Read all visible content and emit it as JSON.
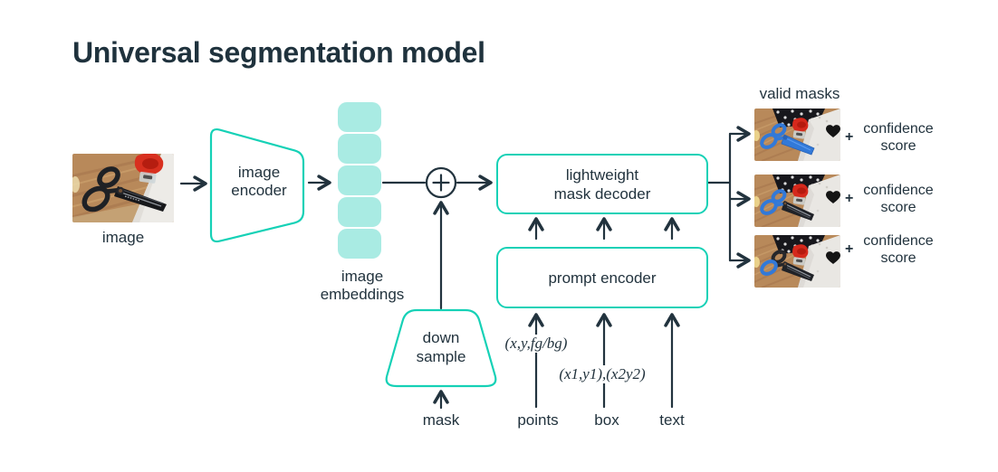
{
  "title": "Universal segmentation model",
  "colors": {
    "accent": "#15d1b6",
    "embedding_fill": "#a9ebe3",
    "ink": "#22333e",
    "mask_highlight_blue": "#3279d8"
  },
  "pipeline": {
    "image_label": "image",
    "encoder_line1": "image",
    "encoder_line2": "encoder",
    "embeddings_line1": "image",
    "embeddings_line2": "embeddings",
    "decoder_line1": "lightweight",
    "decoder_line2": "mask decoder",
    "prompt_encoder_label": "prompt encoder",
    "downsample_line1": "down",
    "downsample_line2": "sample"
  },
  "prompts": {
    "mask_label": "mask",
    "points_label": "points",
    "box_label": "box",
    "text_label": "text",
    "points_annotation": "(x,y,fg/bg)",
    "box_annotation": "(x1,y1),(x2y2)"
  },
  "outputs": {
    "heading": "valid masks",
    "plus": "+",
    "confidence_line1": "confidence",
    "confidence_line2": "score",
    "masks": [
      {
        "name": "whole-scissors-mask"
      },
      {
        "name": "both-handles-mask"
      },
      {
        "name": "single-handle-mask"
      }
    ]
  }
}
